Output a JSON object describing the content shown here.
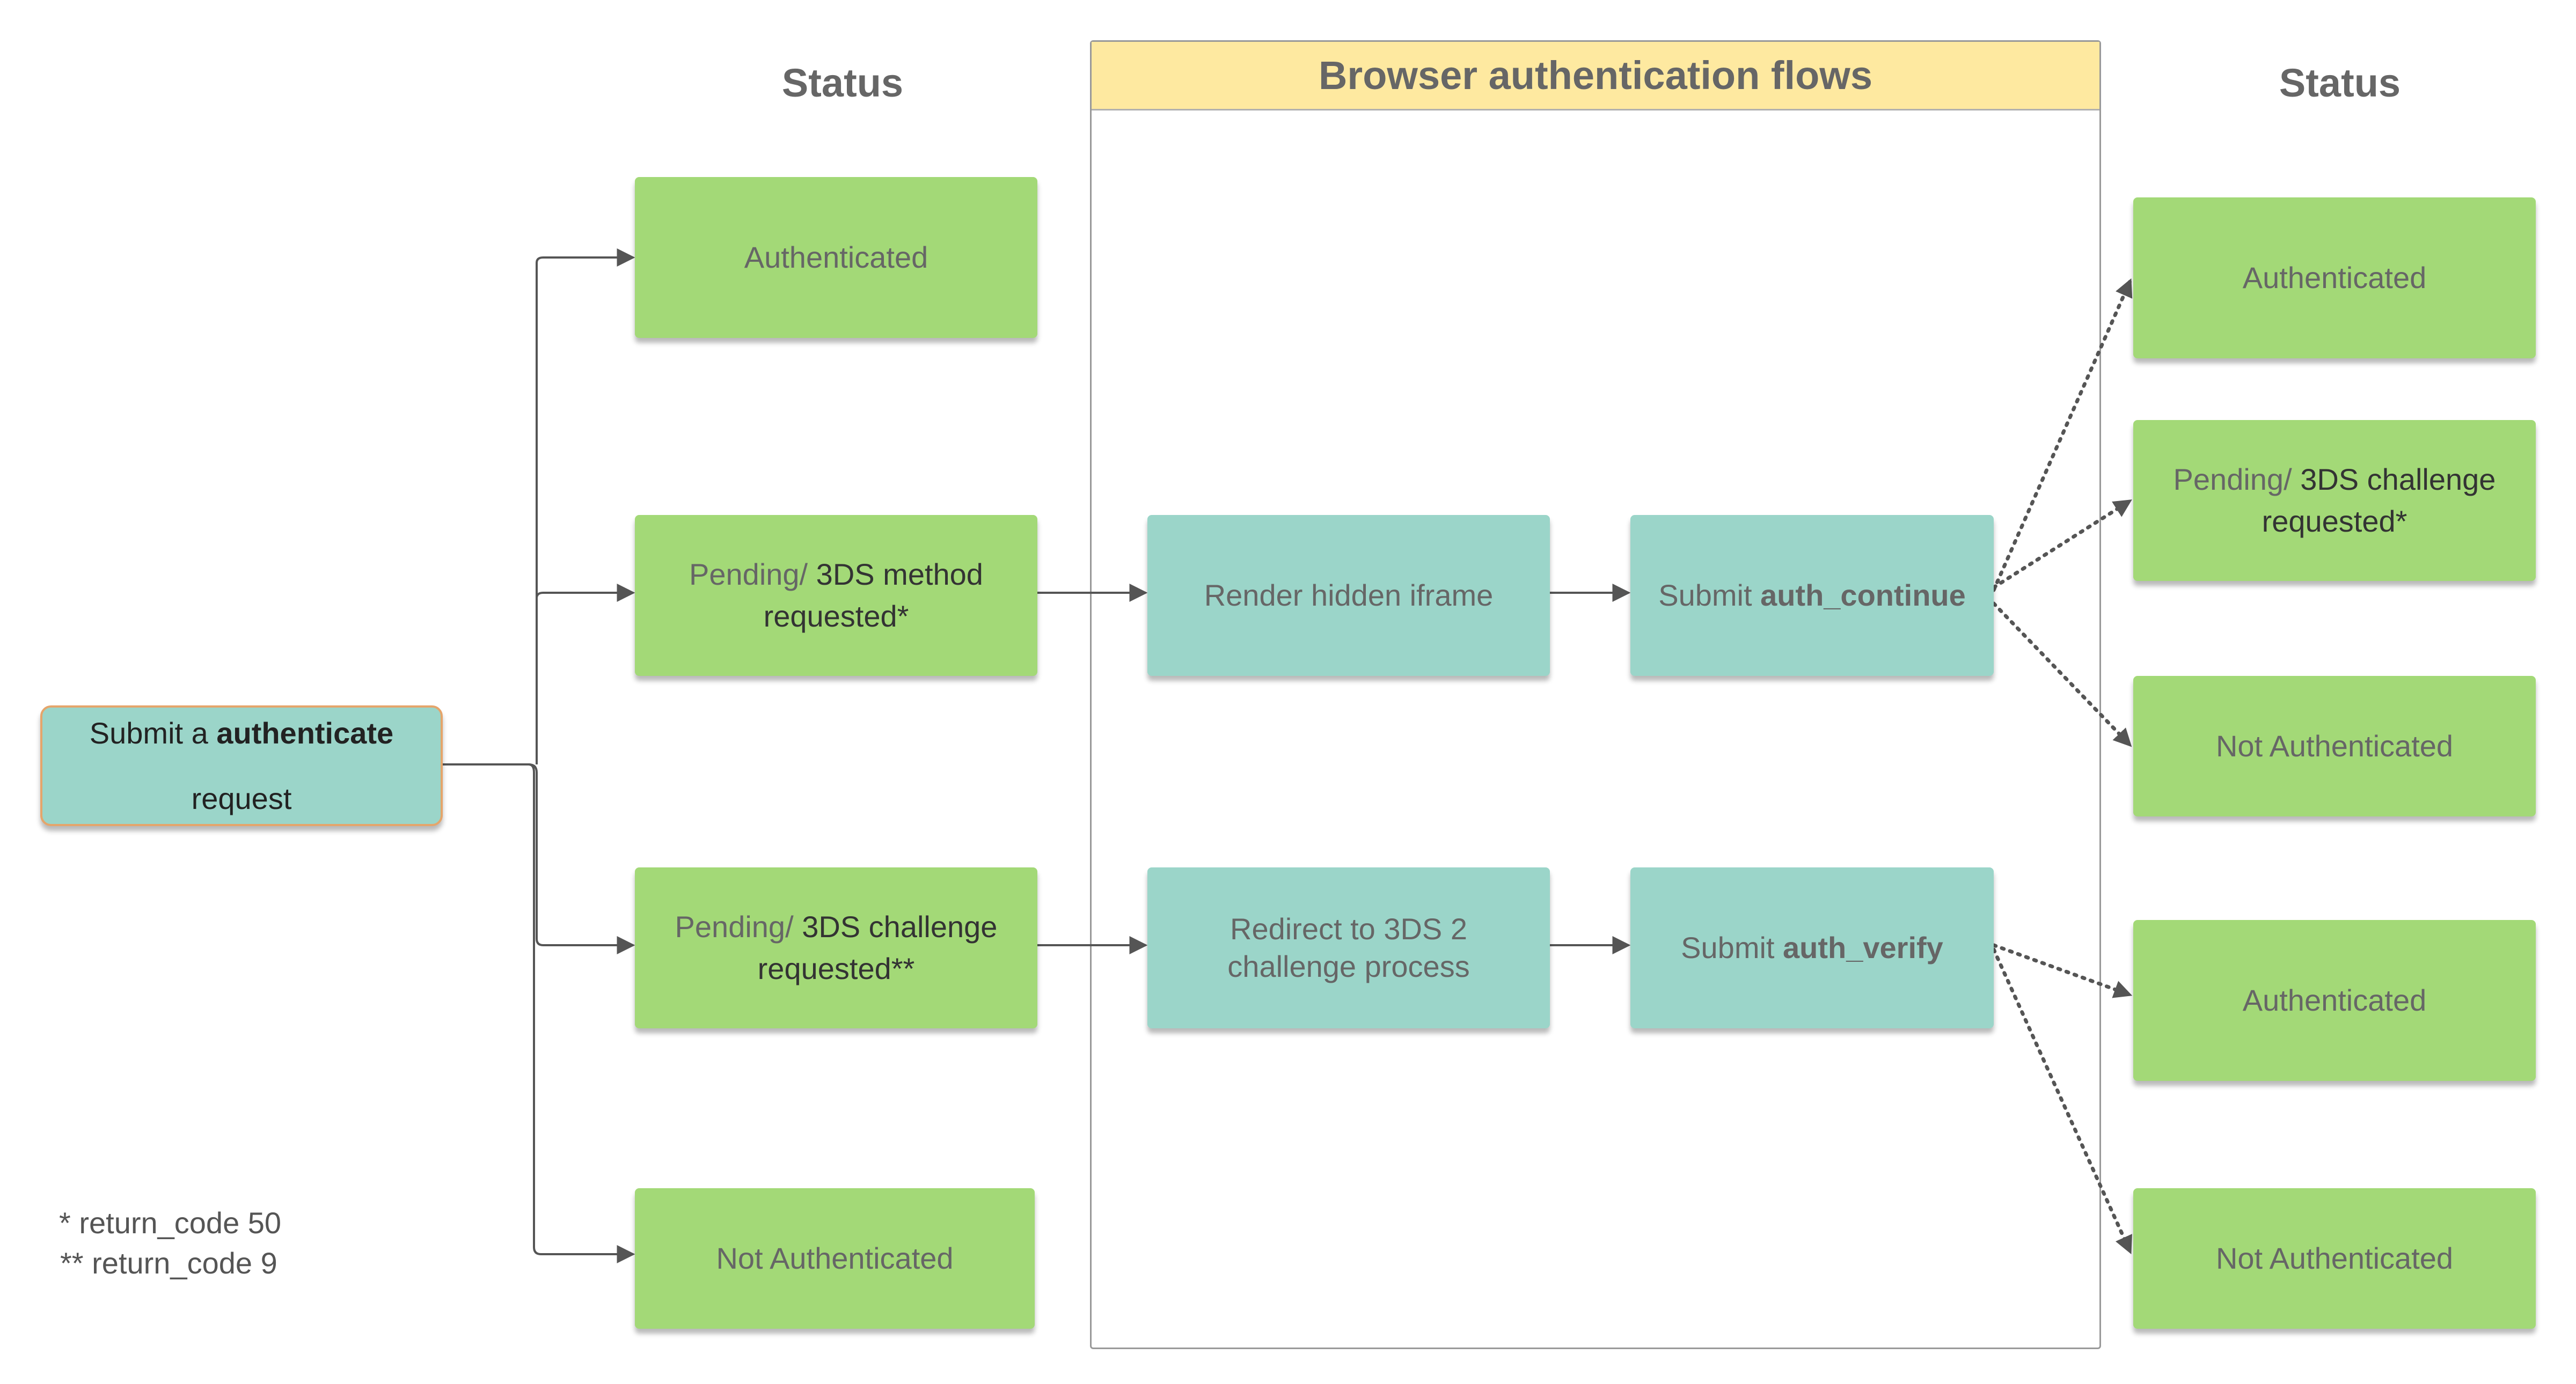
{
  "headings": {
    "status_left": "Status",
    "status_right": "Status"
  },
  "frame_title": "Browser authentication flows",
  "start": {
    "prefix": "Submit a ",
    "bold": "authenticate",
    "line2": "request"
  },
  "left_statuses": {
    "authenticated": "Authenticated",
    "pending_method": {
      "prefix": "Pending/ ",
      "dark": "3DS method",
      "line2": "requested*"
    },
    "pending_challenge": {
      "prefix": "Pending/ ",
      "dark": "3DS challenge",
      "line2": "requested**"
    },
    "not_authenticated": "Not Authenticated"
  },
  "flow_steps": {
    "render_iframe": "Render hidden iframe",
    "submit_continue": {
      "prefix": "Submit ",
      "bold": "auth_continue"
    },
    "redirect_challenge": {
      "line1": "Redirect to 3DS 2",
      "line2": "challenge process"
    },
    "submit_verify": {
      "prefix": "Submit ",
      "bold": "auth_verify"
    }
  },
  "right_statuses": {
    "continue_authenticated": "Authenticated",
    "continue_pending": {
      "prefix": "Pending/ ",
      "dark": "3DS challenge",
      "line2": "requested*"
    },
    "continue_not_authenticated": "Not Authenticated",
    "verify_authenticated": "Authenticated",
    "verify_not_authenticated": "Not Authenticated"
  },
  "footnotes": [
    "* return_code 50",
    "** return_code 9"
  ],
  "colors": {
    "status_box": "#a3d977",
    "process_box": "#9bd5c9",
    "frame_header": "#fee9a0",
    "start_border": "#e5a56b",
    "connector": "#555555"
  }
}
